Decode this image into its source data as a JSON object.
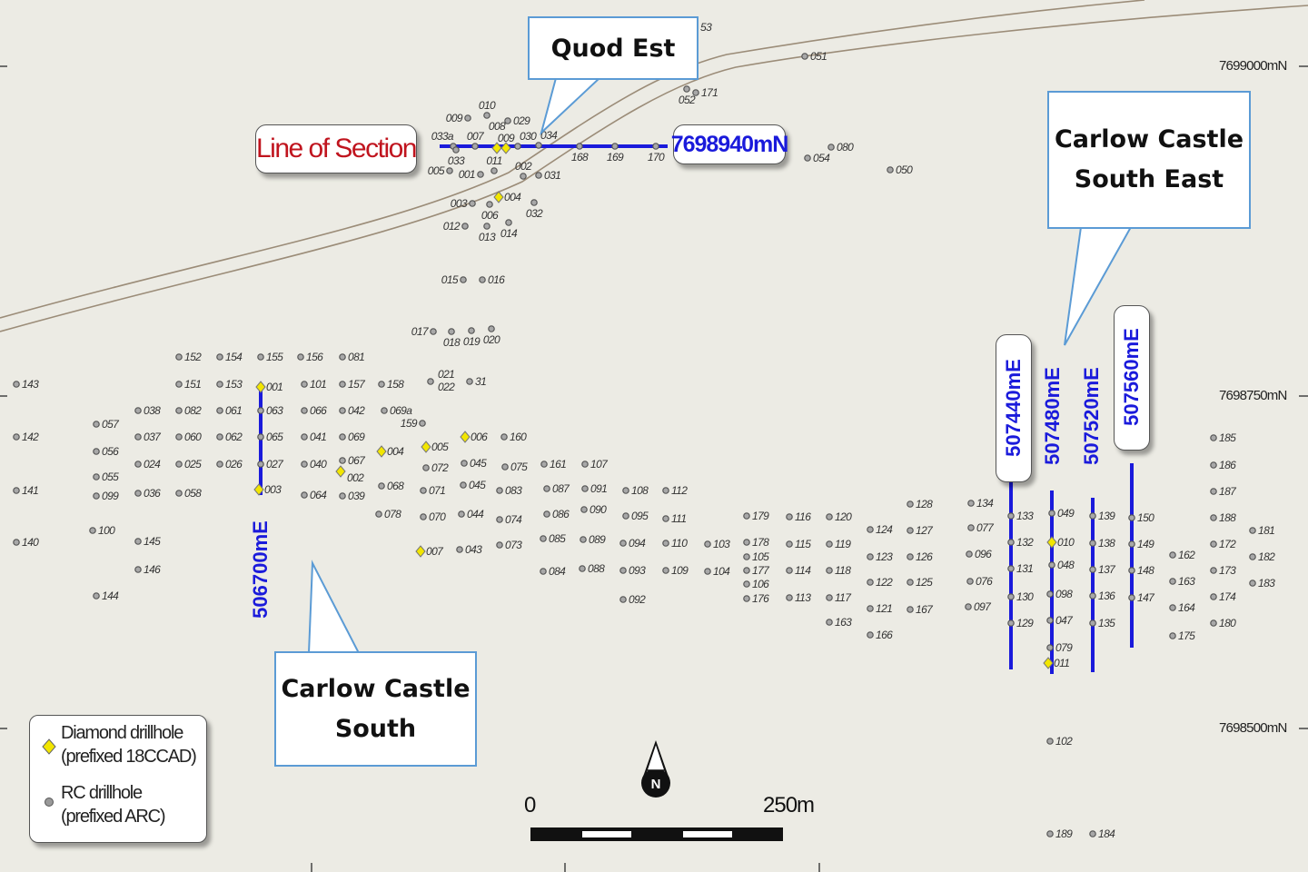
{
  "callouts": {
    "quod_est": "Quod Est",
    "ccse_line1": "Carlow Castle",
    "ccse_line2": "South East",
    "ccs_line1": "Carlow Castle",
    "ccs_line2": "South"
  },
  "section": {
    "label": "Line of Section",
    "northing": "7698940mN"
  },
  "eastings": {
    "e506700": "506700mE",
    "e507440": "507440mE",
    "e507480": "507480mE",
    "e507520": "507520mE",
    "e507560": "507560mE"
  },
  "grid_labels": {
    "n7699000": "7699000mN",
    "n7698750": "7698750mN",
    "n7698500": "7698500mN"
  },
  "legend": {
    "diamond_line1": "Diamond drillhole",
    "diamond_line2": "(prefixed 18CCAD)",
    "rc_line1": "RC drillhole",
    "rc_line2": "(prefixed ARC)"
  },
  "scale": {
    "start": "0",
    "end": "250m"
  },
  "north_arrow": "N",
  "colors": {
    "section_line": "#1a1adb",
    "diamond": "#f2e600",
    "rc": "#8a8a8a",
    "callout_border": "#5b9bd5",
    "section_label": "#c0141e"
  },
  "drillholes": [
    {
      "label": "53",
      "type": "rc"
    },
    {
      "label": "051",
      "type": "rc"
    },
    {
      "label": "052",
      "type": "rc"
    },
    {
      "label": "171",
      "type": "rc"
    },
    {
      "label": "080",
      "type": "rc"
    },
    {
      "label": "054",
      "type": "rc"
    },
    {
      "label": "050",
      "type": "rc"
    },
    {
      "label": "010",
      "type": "rc"
    },
    {
      "label": "009",
      "type": "rc"
    },
    {
      "label": "029",
      "type": "rc"
    },
    {
      "label": "033a",
      "type": "rc"
    },
    {
      "label": "007",
      "type": "rc"
    },
    {
      "label": "008",
      "type": "diamond"
    },
    {
      "label": "009",
      "type": "diamond"
    },
    {
      "label": "030",
      "type": "rc"
    },
    {
      "label": "034",
      "type": "rc"
    },
    {
      "label": "168",
      "type": "rc"
    },
    {
      "label": "169",
      "type": "rc"
    },
    {
      "label": "170",
      "type": "rc"
    },
    {
      "label": "033",
      "type": "rc"
    },
    {
      "label": "011",
      "type": "rc"
    },
    {
      "label": "005",
      "type": "rc"
    },
    {
      "label": "001",
      "type": "rc"
    },
    {
      "label": "002",
      "type": "rc"
    },
    {
      "label": "031",
      "type": "rc"
    },
    {
      "label": "004",
      "type": "diamond"
    },
    {
      "label": "003",
      "type": "rc"
    },
    {
      "label": "006",
      "type": "rc"
    },
    {
      "label": "012",
      "type": "rc"
    },
    {
      "label": "013",
      "type": "rc"
    },
    {
      "label": "014",
      "type": "rc"
    },
    {
      "label": "032",
      "type": "rc"
    },
    {
      "label": "015",
      "type": "rc"
    },
    {
      "label": "016",
      "type": "rc"
    },
    {
      "label": "017",
      "type": "rc"
    },
    {
      "label": "018",
      "type": "rc"
    },
    {
      "label": "019",
      "type": "rc"
    },
    {
      "label": "020",
      "type": "rc"
    },
    {
      "label": "021",
      "type": "rc"
    },
    {
      "label": "022",
      "type": "label"
    },
    {
      "label": "31",
      "type": "rc"
    },
    {
      "label": "152",
      "type": "rc"
    },
    {
      "label": "154",
      "type": "rc"
    },
    {
      "label": "155",
      "type": "rc"
    },
    {
      "label": "156",
      "type": "rc"
    },
    {
      "label": "081",
      "type": "rc"
    },
    {
      "label": "143",
      "type": "rc"
    },
    {
      "label": "151",
      "type": "rc"
    },
    {
      "label": "153",
      "type": "rc"
    },
    {
      "label": "001",
      "type": "diamond"
    },
    {
      "label": "101",
      "type": "rc"
    },
    {
      "label": "157",
      "type": "rc"
    },
    {
      "label": "158",
      "type": "rc"
    },
    {
      "label": "038",
      "type": "rc"
    },
    {
      "label": "082",
      "type": "rc"
    },
    {
      "label": "061",
      "type": "rc"
    },
    {
      "label": "063",
      "type": "rc"
    },
    {
      "label": "066",
      "type": "rc"
    },
    {
      "label": "042",
      "type": "rc"
    },
    {
      "label": "069a",
      "type": "rc"
    },
    {
      "label": "057",
      "type": "rc"
    },
    {
      "label": "159",
      "type": "rc"
    },
    {
      "label": "142",
      "type": "rc"
    },
    {
      "label": "037",
      "type": "rc"
    },
    {
      "label": "060",
      "type": "rc"
    },
    {
      "label": "062",
      "type": "rc"
    },
    {
      "label": "065",
      "type": "rc"
    },
    {
      "label": "041",
      "type": "rc"
    },
    {
      "label": "069",
      "type": "rc"
    },
    {
      "label": "056",
      "type": "rc"
    },
    {
      "label": "004",
      "type": "diamond"
    },
    {
      "label": "005",
      "type": "diamond"
    },
    {
      "label": "006",
      "type": "diamond"
    },
    {
      "label": "160",
      "type": "rc"
    },
    {
      "label": "024",
      "type": "rc"
    },
    {
      "label": "025",
      "type": "rc"
    },
    {
      "label": "026",
      "type": "rc"
    },
    {
      "label": "027",
      "type": "rc"
    },
    {
      "label": "040",
      "type": "rc"
    },
    {
      "label": "067",
      "type": "rc"
    },
    {
      "label": "002",
      "type": "diamond"
    },
    {
      "label": "072",
      "type": "rc"
    },
    {
      "label": "045",
      "type": "rc"
    },
    {
      "label": "075",
      "type": "rc"
    },
    {
      "label": "161",
      "type": "rc"
    },
    {
      "label": "107",
      "type": "rc"
    },
    {
      "label": "055",
      "type": "rc"
    },
    {
      "label": "141",
      "type": "rc"
    },
    {
      "label": "099",
      "type": "rc"
    },
    {
      "label": "036",
      "type": "rc"
    },
    {
      "label": "058",
      "type": "rc"
    },
    {
      "label": "003",
      "type": "diamond"
    },
    {
      "label": "064",
      "type": "rc"
    },
    {
      "label": "039",
      "type": "rc"
    },
    {
      "label": "068",
      "type": "rc"
    },
    {
      "label": "071",
      "type": "rc"
    },
    {
      "label": "045",
      "type": "rc"
    },
    {
      "label": "083",
      "type": "rc"
    },
    {
      "label": "087",
      "type": "rc"
    },
    {
      "label": "091",
      "type": "rc"
    },
    {
      "label": "108",
      "type": "rc"
    },
    {
      "label": "112",
      "type": "rc"
    },
    {
      "label": "078",
      "type": "rc"
    },
    {
      "label": "070",
      "type": "rc"
    },
    {
      "label": "044",
      "type": "rc"
    },
    {
      "label": "074",
      "type": "rc"
    },
    {
      "label": "086",
      "type": "rc"
    },
    {
      "label": "090",
      "type": "rc"
    },
    {
      "label": "095",
      "type": "rc"
    },
    {
      "label": "111",
      "type": "rc"
    },
    {
      "label": "179",
      "type": "rc"
    },
    {
      "label": "116",
      "type": "rc"
    },
    {
      "label": "120",
      "type": "rc"
    },
    {
      "label": "128",
      "type": "rc"
    },
    {
      "label": "134",
      "type": "rc"
    },
    {
      "label": "100",
      "type": "rc"
    },
    {
      "label": "077",
      "type": "rc"
    },
    {
      "label": "124",
      "type": "rc"
    },
    {
      "label": "127",
      "type": "rc"
    },
    {
      "label": "140",
      "type": "rc"
    },
    {
      "label": "145",
      "type": "rc"
    },
    {
      "label": "007",
      "type": "diamond"
    },
    {
      "label": "043",
      "type": "rc"
    },
    {
      "label": "073",
      "type": "rc"
    },
    {
      "label": "085",
      "type": "rc"
    },
    {
      "label": "089",
      "type": "rc"
    },
    {
      "label": "094",
      "type": "rc"
    },
    {
      "label": "110",
      "type": "rc"
    },
    {
      "label": "103",
      "type": "rc"
    },
    {
      "label": "178",
      "type": "rc"
    },
    {
      "label": "115",
      "type": "rc"
    },
    {
      "label": "119",
      "type": "rc"
    },
    {
      "label": "096",
      "type": "rc"
    },
    {
      "label": "123",
      "type": "rc"
    },
    {
      "label": "126",
      "type": "rc"
    },
    {
      "label": "146",
      "type": "rc"
    },
    {
      "label": "084",
      "type": "rc"
    },
    {
      "label": "088",
      "type": "rc"
    },
    {
      "label": "093",
      "type": "rc"
    },
    {
      "label": "109",
      "type": "rc"
    },
    {
      "label": "104",
      "type": "rc"
    },
    {
      "label": "105",
      "type": "rc"
    },
    {
      "label": "177",
      "type": "rc"
    },
    {
      "label": "114",
      "type": "rc"
    },
    {
      "label": "118",
      "type": "rc"
    },
    {
      "label": "122",
      "type": "rc"
    },
    {
      "label": "125",
      "type": "rc"
    },
    {
      "label": "076",
      "type": "rc"
    },
    {
      "label": "106",
      "type": "rc"
    },
    {
      "label": "176",
      "type": "rc"
    },
    {
      "label": "113",
      "type": "rc"
    },
    {
      "label": "117",
      "type": "rc"
    },
    {
      "label": "121",
      "type": "rc"
    },
    {
      "label": "167",
      "type": "rc"
    },
    {
      "label": "097",
      "type": "rc"
    },
    {
      "label": "163",
      "type": "rc"
    },
    {
      "label": "166",
      "type": "rc"
    },
    {
      "label": "092",
      "type": "rc"
    },
    {
      "label": "144",
      "type": "rc"
    },
    {
      "label": "133",
      "type": "rc"
    },
    {
      "label": "132",
      "type": "rc"
    },
    {
      "label": "131",
      "type": "rc"
    },
    {
      "label": "130",
      "type": "rc"
    },
    {
      "label": "129",
      "type": "rc"
    },
    {
      "label": "049",
      "type": "rc"
    },
    {
      "label": "010",
      "type": "diamond"
    },
    {
      "label": "048",
      "type": "rc"
    },
    {
      "label": "098",
      "type": "rc"
    },
    {
      "label": "047",
      "type": "rc"
    },
    {
      "label": "079",
      "type": "rc"
    },
    {
      "label": "011",
      "type": "diamond"
    },
    {
      "label": "139",
      "type": "rc"
    },
    {
      "label": "138",
      "type": "rc"
    },
    {
      "label": "137",
      "type": "rc"
    },
    {
      "label": "136",
      "type": "rc"
    },
    {
      "label": "135",
      "type": "rc"
    },
    {
      "label": "150",
      "type": "rc"
    },
    {
      "label": "149",
      "type": "rc"
    },
    {
      "label": "148",
      "type": "rc"
    },
    {
      "label": "147",
      "type": "rc"
    },
    {
      "label": "185",
      "type": "rc"
    },
    {
      "label": "186",
      "type": "rc"
    },
    {
      "label": "187",
      "type": "rc"
    },
    {
      "label": "188",
      "type": "rc"
    },
    {
      "label": "172",
      "type": "rc"
    },
    {
      "label": "173",
      "type": "rc"
    },
    {
      "label": "174",
      "type": "rc"
    },
    {
      "label": "180",
      "type": "rc"
    },
    {
      "label": "181",
      "type": "rc"
    },
    {
      "label": "182",
      "type": "rc"
    },
    {
      "label": "183",
      "type": "rc"
    },
    {
      "label": "162",
      "type": "rc"
    },
    {
      "label": "163",
      "type": "rc"
    },
    {
      "label": "164",
      "type": "rc"
    },
    {
      "label": "175",
      "type": "rc"
    },
    {
      "label": "102",
      "type": "rc"
    },
    {
      "label": "189",
      "type": "rc"
    },
    {
      "label": "184",
      "type": "rc"
    }
  ]
}
